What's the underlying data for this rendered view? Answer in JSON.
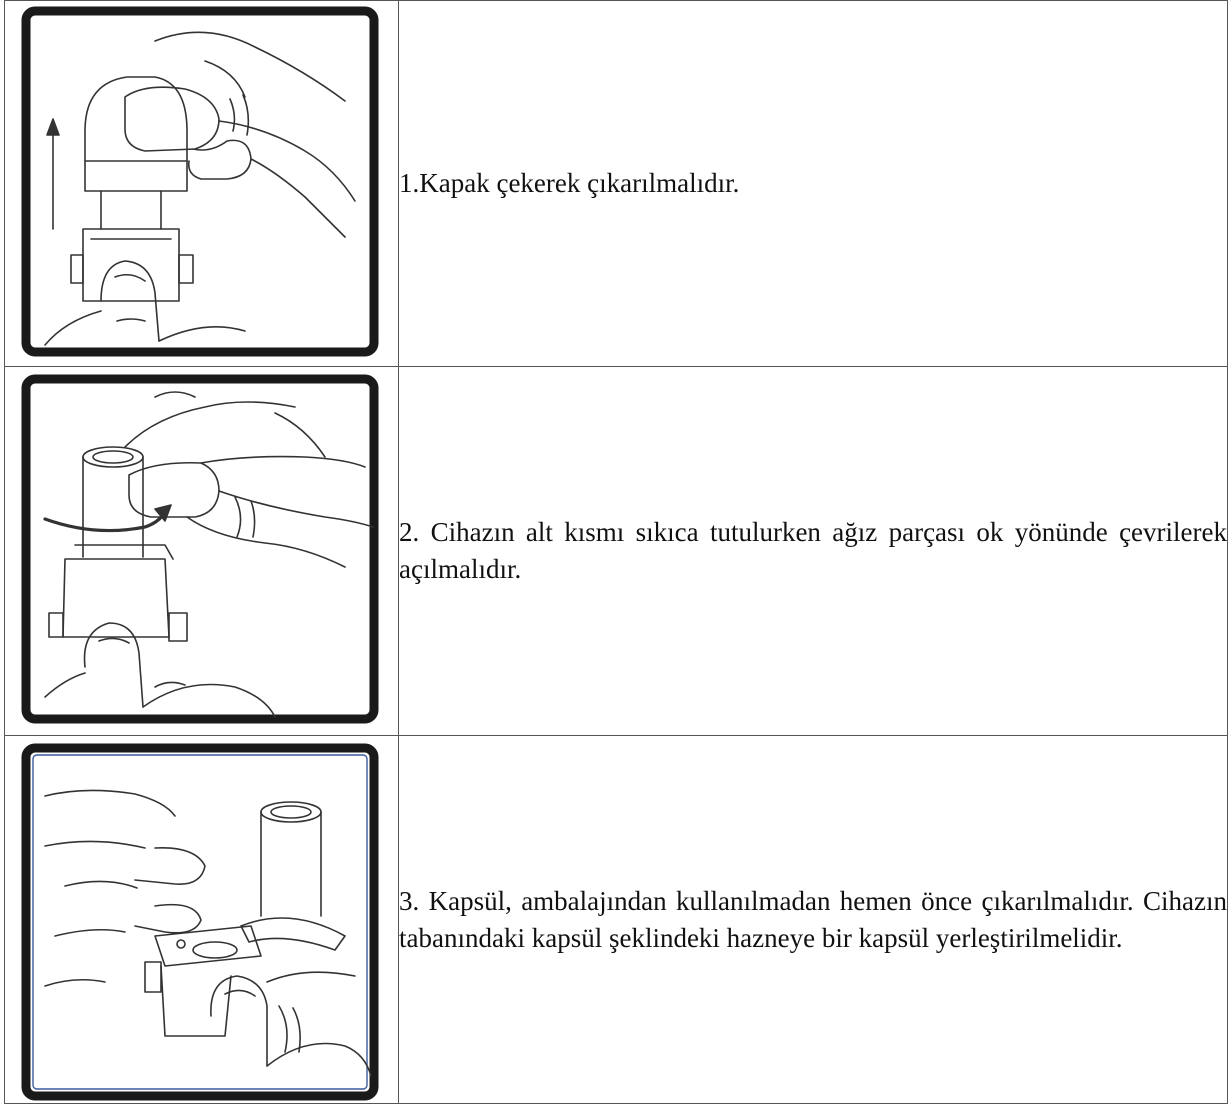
{
  "steps": [
    {
      "text": "1.Kapak çekerek çıkarılmalıdır.",
      "illustration": "remove-cap-illustration"
    },
    {
      "text": "2. Cihazın alt kısmı sıkıca tutulurken ağız parçası ok yönünde çevrilerek açılmalıdır.",
      "illustration": "open-mouthpiece-illustration"
    },
    {
      "text": "3. Kapsül, ambalajından kullanılmadan hemen önce çıkarılmalıdır. Cihazın tabanındaki kapsül şeklindeki hazneye bir kapsül yerleştirilmelidir.",
      "illustration": "insert-capsule-illustration"
    }
  ],
  "colors": {
    "frame": "#1a1a1a",
    "frame_inner_step3": "#3a5aa0",
    "line_art": "#333333",
    "table_border": "#555555"
  }
}
